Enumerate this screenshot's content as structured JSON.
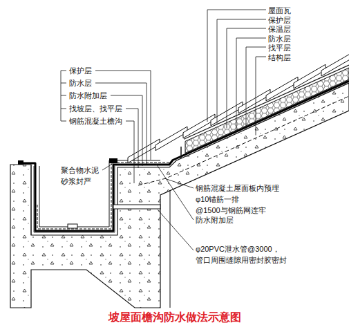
{
  "diagram": {
    "title": "坡屋面檐沟防水做法示意图",
    "labels": [
      "屋面瓦",
      "保护层",
      "保温层",
      "防水层",
      "找平层",
      "结构层",
      "保护层",
      "防水层",
      "防水附加层",
      "找坡层、找平层",
      "钢筋混凝土檐沟",
      "聚合物水泥 砂浆封严",
      "钢筋混凝土屋面板内预埋 φ10锚筋一排@1500与钢筋网连牢",
      "防水附加层",
      "φ20PVC泄水管@3000， 管口周围缝隙用密封胶密封"
    ]
  }
}
